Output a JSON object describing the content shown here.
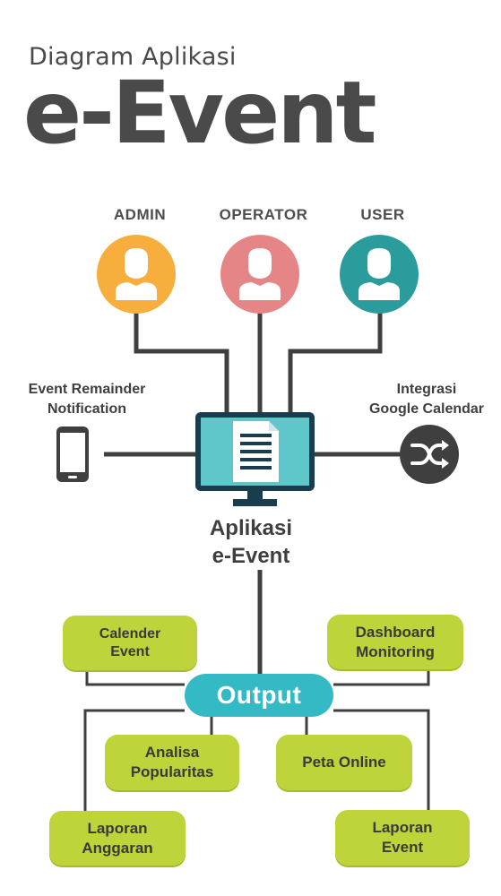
{
  "header": {
    "subtitle": "Diagram Aplikasi",
    "title": "e-Event"
  },
  "roles": [
    {
      "label": "ADMIN",
      "color": "#f7ae3c"
    },
    {
      "label": "OPERATOR",
      "color": "#e58585"
    },
    {
      "label": "USER",
      "color": "#2b9c9c"
    }
  ],
  "left_feature": {
    "line1": "Event Remainder",
    "line2": "Notification",
    "icon": "smartphone-icon"
  },
  "right_feature": {
    "line1": "Integrasi",
    "line2": "Google Calendar",
    "icon": "shuffle-icon"
  },
  "app": {
    "line1": "Aplikasi",
    "line2": "e-Event",
    "icon": "monitor-document-icon"
  },
  "output": {
    "label": "Output",
    "color": "#34bac4"
  },
  "outputs": {
    "calender_event": {
      "line1": "Calender",
      "line2": "Event"
    },
    "dashboard_monitoring": {
      "line1": "Dashboard",
      "line2": "Monitoring"
    },
    "analisa_popularitas": {
      "line1": "Analisa",
      "line2": "Popularitas"
    },
    "peta_online": {
      "line1": "Peta Online"
    },
    "laporan_anggaran": {
      "line1": "Laporan",
      "line2": "Anggaran"
    },
    "laporan_event": {
      "line1": "Laporan",
      "line2": "Event"
    }
  },
  "colors": {
    "box": "#bfd33a",
    "text": "#4a4a4a",
    "line": "#3f3f3f"
  }
}
